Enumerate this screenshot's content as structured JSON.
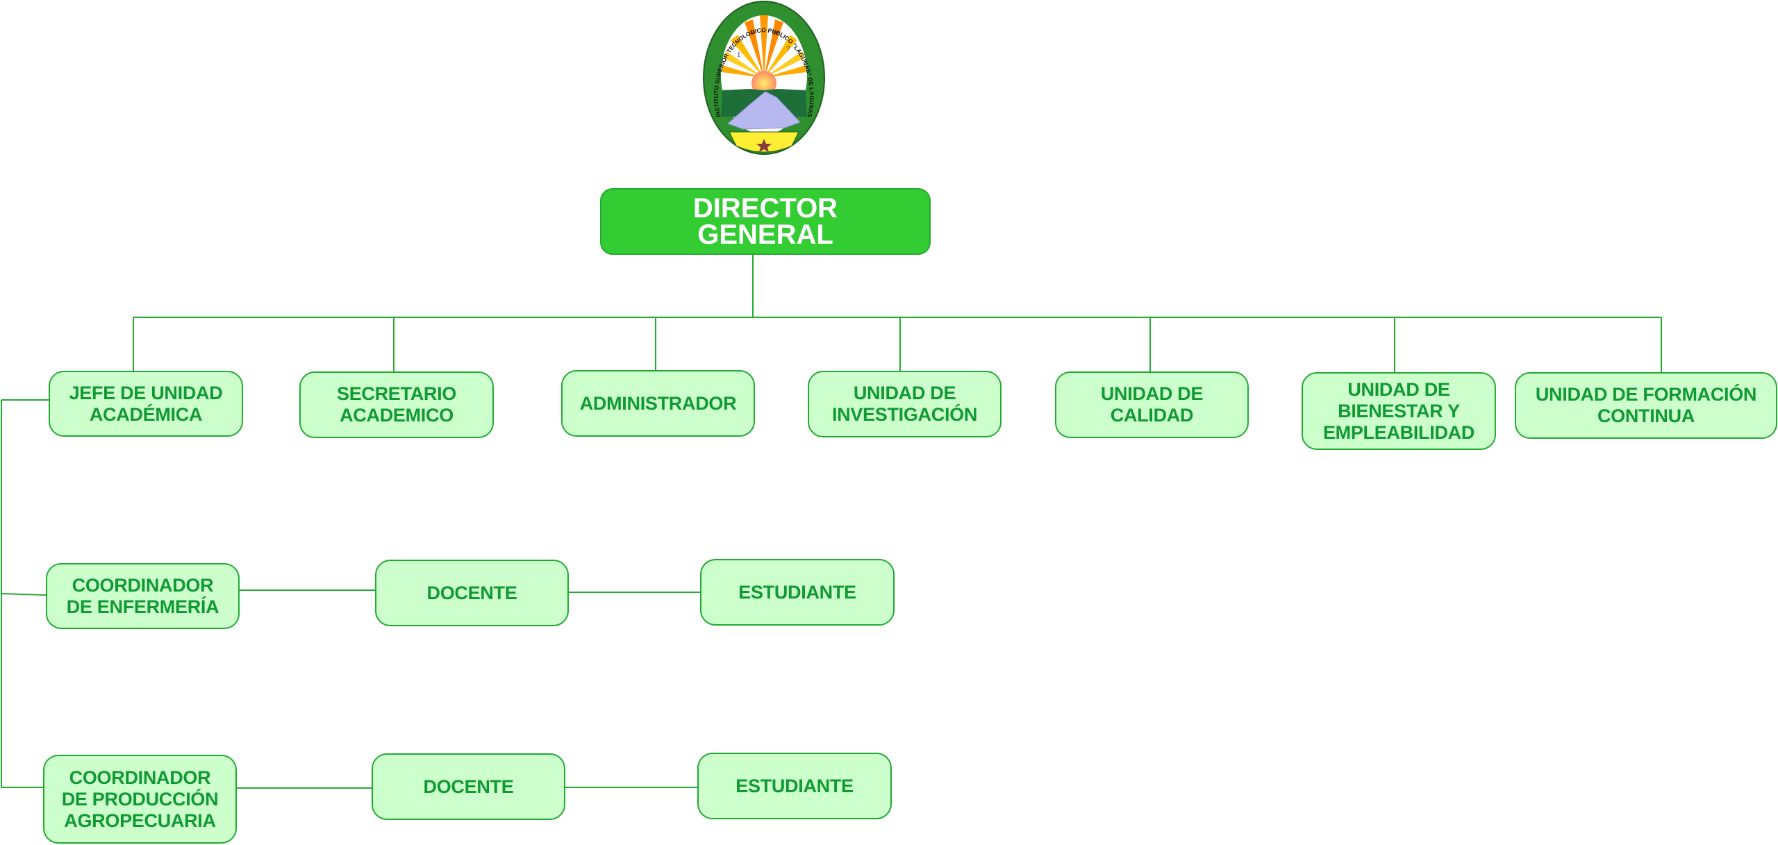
{
  "logo": {
    "name": "institution-seal",
    "ring_text": "INSTITUTO SUPERIOR TECNOLOGICO PUBLICO \"LAGUNAS\" DE LAGUNAS",
    "year_digits": [
      "1",
      "9",
      "9",
      "7"
    ]
  },
  "director": {
    "label": "DIRECTOR\nGENERAL"
  },
  "level1": [
    {
      "label": "JEFE DE UNIDAD\nACADÉMICA"
    },
    {
      "label": "SECRETARIO\nACADEMICO"
    },
    {
      "label": "ADMINISTRADOR"
    },
    {
      "label": "UNIDAD DE\nINVESTIGACIÓN"
    },
    {
      "label": "UNIDAD DE\nCALIDAD"
    },
    {
      "label": "UNIDAD DE\nBIENESTAR Y\nEMPLEABILIDAD"
    },
    {
      "label": "UNIDAD DE FORMACIÓN\nCONTINUA"
    }
  ],
  "branches": [
    {
      "coordinator": "COORDINADOR\nDE ENFERMERÍA",
      "teacher": "DOCENTE",
      "student": "ESTUDIANTE"
    },
    {
      "coordinator": "COORDINADOR\nDE PRODUCCIÓN\nAGROPECUARIA",
      "teacher": "DOCENTE",
      "student": "ESTUDIANTE"
    }
  ],
  "colors": {
    "director_fill": "#33cc33",
    "node_fill": "#ccffcc",
    "node_border": "#22aa33",
    "node_text": "#119933",
    "connector": "#22aa33"
  }
}
